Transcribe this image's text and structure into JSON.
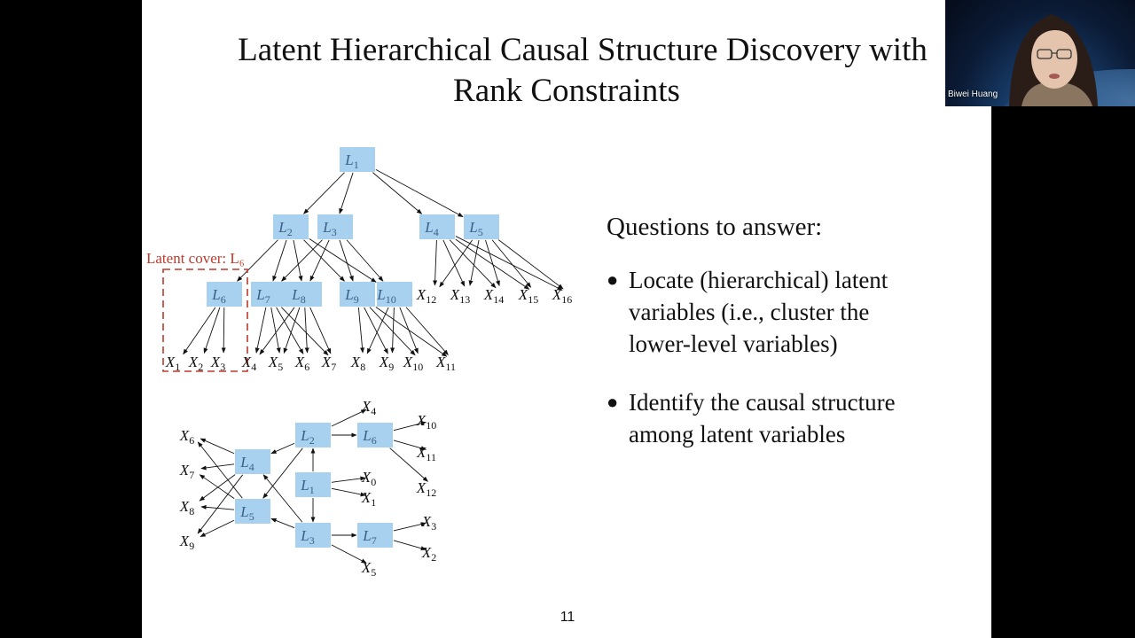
{
  "slide": {
    "title_line1": "Latent Hierarchical Causal Structure Discovery with",
    "title_line2": "Rank Constraints",
    "page_number": "11"
  },
  "diagram1": {
    "latent_cover_label": "Latent cover: L₆",
    "latent_nodes": [
      {
        "id": "L1",
        "base": "L",
        "sub": "1"
      },
      {
        "id": "L2",
        "base": "L",
        "sub": "2"
      },
      {
        "id": "L3",
        "base": "L",
        "sub": "3"
      },
      {
        "id": "L4",
        "base": "L",
        "sub": "4"
      },
      {
        "id": "L5",
        "base": "L",
        "sub": "5"
      },
      {
        "id": "L6",
        "base": "L",
        "sub": "6"
      },
      {
        "id": "L7",
        "base": "L",
        "sub": "7"
      },
      {
        "id": "L8",
        "base": "L",
        "sub": "8"
      },
      {
        "id": "L9",
        "base": "L",
        "sub": "9"
      },
      {
        "id": "L10",
        "base": "L",
        "sub": "10"
      }
    ],
    "observed_nodes": [
      {
        "id": "X1",
        "base": "X",
        "sub": "1"
      },
      {
        "id": "X2",
        "base": "X",
        "sub": "2"
      },
      {
        "id": "X3",
        "base": "X",
        "sub": "3"
      },
      {
        "id": "X4",
        "base": "X",
        "sub": "4"
      },
      {
        "id": "X5",
        "base": "X",
        "sub": "5"
      },
      {
        "id": "X6",
        "base": "X",
        "sub": "6"
      },
      {
        "id": "X7",
        "base": "X",
        "sub": "7"
      },
      {
        "id": "X8",
        "base": "X",
        "sub": "8"
      },
      {
        "id": "X9",
        "base": "X",
        "sub": "9"
      },
      {
        "id": "X10",
        "base": "X",
        "sub": "10"
      },
      {
        "id": "X11",
        "base": "X",
        "sub": "11"
      },
      {
        "id": "X12",
        "base": "X",
        "sub": "12"
      },
      {
        "id": "X13",
        "base": "X",
        "sub": "13"
      },
      {
        "id": "X14",
        "base": "X",
        "sub": "14"
      },
      {
        "id": "X15",
        "base": "X",
        "sub": "15"
      },
      {
        "id": "X16",
        "base": "X",
        "sub": "16"
      }
    ],
    "edges": [
      [
        "L1",
        "L2"
      ],
      [
        "L1",
        "L3"
      ],
      [
        "L1",
        "L4"
      ],
      [
        "L1",
        "L5"
      ],
      [
        "L2",
        "L6"
      ],
      [
        "L2",
        "L7"
      ],
      [
        "L2",
        "L8"
      ],
      [
        "L2",
        "L9"
      ],
      [
        "L2",
        "L10"
      ],
      [
        "L3",
        "L7"
      ],
      [
        "L3",
        "L8"
      ],
      [
        "L3",
        "L9"
      ],
      [
        "L3",
        "L10"
      ],
      [
        "L4",
        "X12"
      ],
      [
        "L4",
        "X13"
      ],
      [
        "L4",
        "X14"
      ],
      [
        "L4",
        "X15"
      ],
      [
        "L4",
        "X16"
      ],
      [
        "L5",
        "X12"
      ],
      [
        "L5",
        "X13"
      ],
      [
        "L5",
        "X14"
      ],
      [
        "L5",
        "X15"
      ],
      [
        "L5",
        "X16"
      ],
      [
        "L6",
        "X1"
      ],
      [
        "L6",
        "X2"
      ],
      [
        "L6",
        "X3"
      ],
      [
        "L7",
        "X4"
      ],
      [
        "L7",
        "X5"
      ],
      [
        "L7",
        "X6"
      ],
      [
        "L7",
        "X7"
      ],
      [
        "L8",
        "X4"
      ],
      [
        "L8",
        "X5"
      ],
      [
        "L8",
        "X6"
      ],
      [
        "L8",
        "X7"
      ],
      [
        "L9",
        "X8"
      ],
      [
        "L9",
        "X9"
      ],
      [
        "L9",
        "X10"
      ],
      [
        "L9",
        "X11"
      ],
      [
        "L10",
        "X8"
      ],
      [
        "L10",
        "X9"
      ],
      [
        "L10",
        "X10"
      ],
      [
        "L10",
        "X11"
      ]
    ]
  },
  "diagram2": {
    "latent_nodes": [
      {
        "id": "L1",
        "base": "L",
        "sub": "1"
      },
      {
        "id": "L2",
        "base": "L",
        "sub": "2"
      },
      {
        "id": "L3",
        "base": "L",
        "sub": "3"
      },
      {
        "id": "L4",
        "base": "L",
        "sub": "4"
      },
      {
        "id": "L5",
        "base": "L",
        "sub": "5"
      },
      {
        "id": "L6",
        "base": "L",
        "sub": "6"
      },
      {
        "id": "L7",
        "base": "L",
        "sub": "7"
      }
    ],
    "observed_nodes": [
      {
        "id": "X0",
        "base": "X",
        "sub": "0"
      },
      {
        "id": "X1",
        "base": "X",
        "sub": "1"
      },
      {
        "id": "X2",
        "base": "X",
        "sub": "2"
      },
      {
        "id": "X3",
        "base": "X",
        "sub": "3"
      },
      {
        "id": "X4",
        "base": "X",
        "sub": "4"
      },
      {
        "id": "X5",
        "base": "X",
        "sub": "5"
      },
      {
        "id": "X6",
        "base": "X",
        "sub": "6"
      },
      {
        "id": "X7",
        "base": "X",
        "sub": "7"
      },
      {
        "id": "X8",
        "base": "X",
        "sub": "8"
      },
      {
        "id": "X9",
        "base": "X",
        "sub": "9"
      },
      {
        "id": "X10",
        "base": "X",
        "sub": "10"
      },
      {
        "id": "X11",
        "base": "X",
        "sub": "11"
      },
      {
        "id": "X12",
        "base": "X",
        "sub": "12"
      }
    ],
    "edges": [
      [
        "L1",
        "L2"
      ],
      [
        "L1",
        "L3"
      ],
      [
        "L1",
        "X0"
      ],
      [
        "L1",
        "X1"
      ],
      [
        "L2",
        "L4"
      ],
      [
        "L2",
        "L5"
      ],
      [
        "L2",
        "L6"
      ],
      [
        "L2",
        "X4"
      ],
      [
        "L3",
        "L5"
      ],
      [
        "L3",
        "L4"
      ],
      [
        "L3",
        "L7"
      ],
      [
        "L3",
        "X5"
      ],
      [
        "L4",
        "X6"
      ],
      [
        "L4",
        "X7"
      ],
      [
        "L4",
        "X8"
      ],
      [
        "L4",
        "X9"
      ],
      [
        "L5",
        "X6"
      ],
      [
        "L5",
        "X7"
      ],
      [
        "L5",
        "X8"
      ],
      [
        "L5",
        "X9"
      ],
      [
        "L6",
        "X10"
      ],
      [
        "L6",
        "X11"
      ],
      [
        "L6",
        "X12"
      ],
      [
        "L7",
        "X3"
      ],
      [
        "L7",
        "X2"
      ]
    ]
  },
  "questions": {
    "heading": "Questions to answer:",
    "bullets": [
      {
        "line1": "Locate (hierarchical) latent",
        "line2": "variables (i.e., cluster the",
        "line3": "lower-level variables)"
      },
      {
        "line1": "Identify the causal structure",
        "line2": "among latent variables",
        "line3": ""
      }
    ]
  },
  "video": {
    "speaker_name": "Biwei Huang"
  },
  "colors": {
    "node_fill": "#a8d1f0",
    "latent_text": "#3a5e86",
    "cover": "#c0392b",
    "background": "#000000",
    "slide": "#ffffff"
  }
}
